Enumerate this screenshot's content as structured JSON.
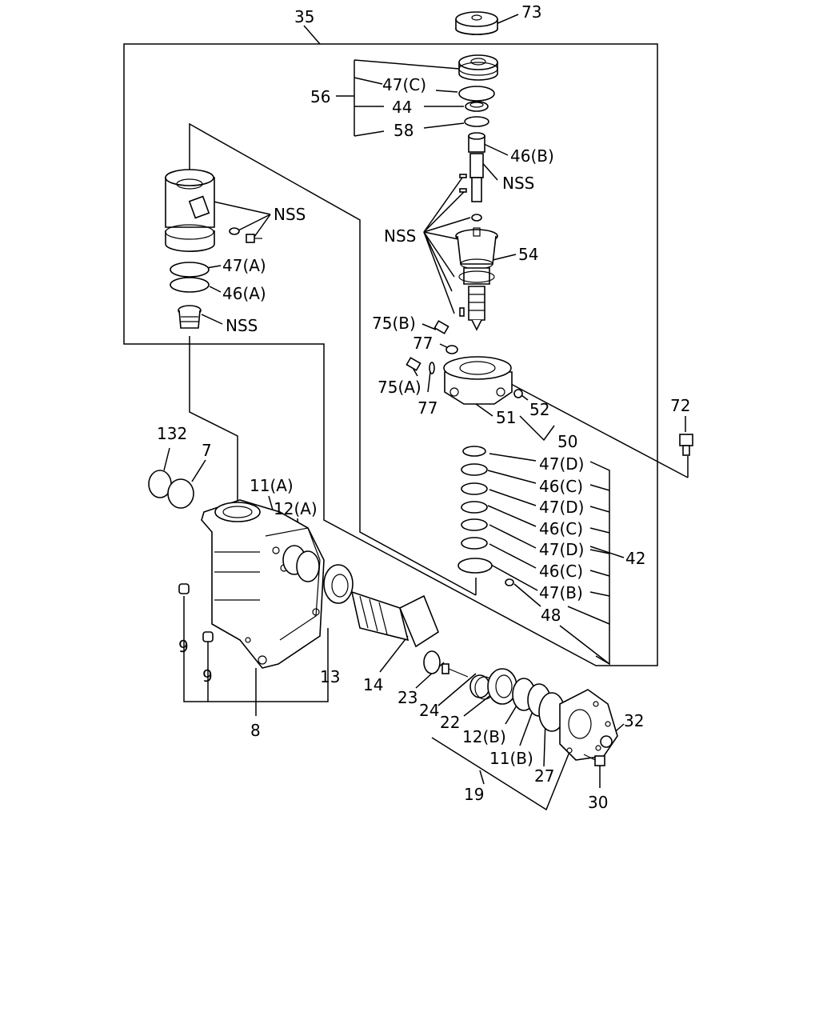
{
  "labels": {
    "l35": "35",
    "l73": "73",
    "l56": "56",
    "l47c_top": "47(C)",
    "l44": "44",
    "l58": "58",
    "l46b": "46(B)",
    "nss_valve": "NSS",
    "nss_housing": "NSS",
    "nss_center": "NSS",
    "l54": "54",
    "l47a": "47(A)",
    "l46a": "46(A)",
    "nss_plug": "NSS",
    "l75b": "75(B)",
    "l77_top": "77",
    "l75a": "75(A)",
    "l77_bot": "77",
    "l52": "52",
    "l51": "51",
    "l72": "72",
    "l50": "50",
    "l132": "132",
    "l7": "7",
    "l47d_1": "47(D)",
    "l46c_1": "46(C)",
    "l47d_2": "47(D)",
    "l46c_2": "46(C)",
    "l47d_3": "47(D)",
    "l46c_3": "46(C)",
    "l47b": "47(B)",
    "l48": "48",
    "l42": "42",
    "l11a": "11(A)",
    "l12a": "12(A)",
    "l9_a": "9",
    "l9_b": "9",
    "l13": "13",
    "l14": "14",
    "l23": "23",
    "l24": "24",
    "l22": "22",
    "l12b": "12(B)",
    "l11b": "11(B)",
    "l27": "27",
    "l32": "32",
    "l30": "30",
    "l19": "19",
    "l8": "8"
  }
}
